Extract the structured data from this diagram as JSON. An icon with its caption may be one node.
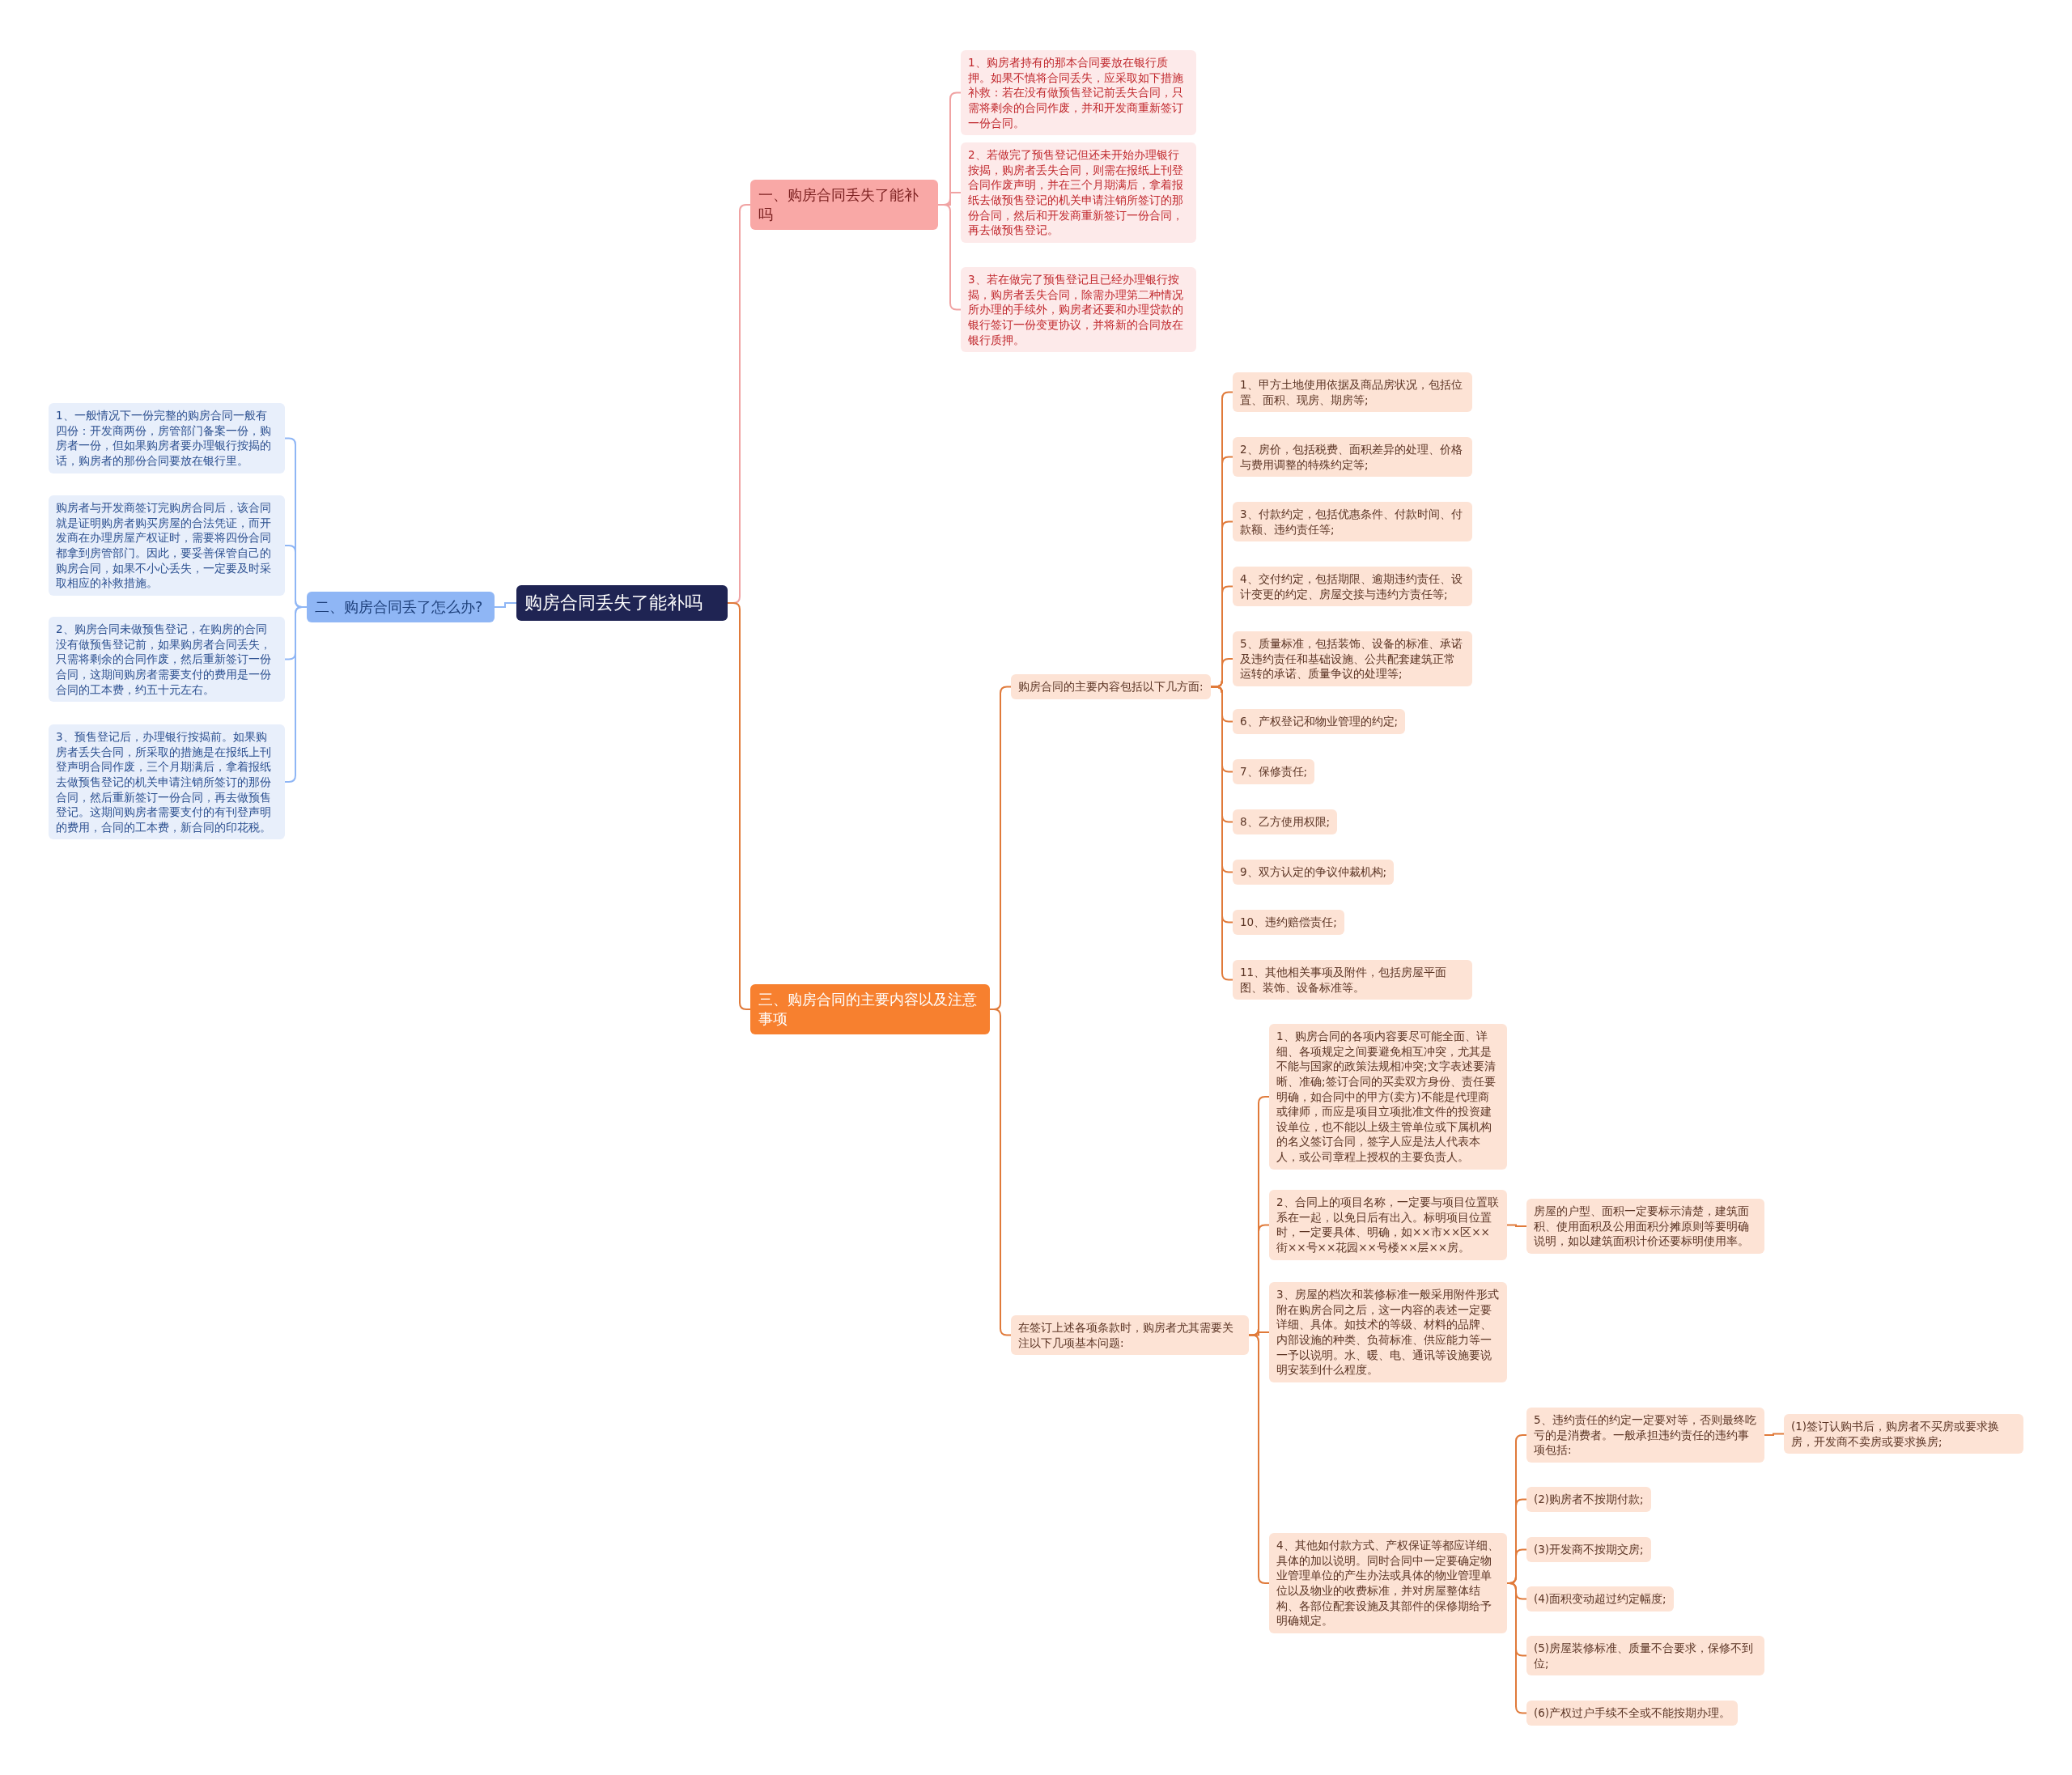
{
  "diagram": {
    "nodes": [
      {
        "text": [
          "购房合同丢失了能补吗"
        ]
      },
      {
        "text": [
          "一、购房合同丢失了能补吗"
        ]
      },
      {
        "text": [
          "1、购房者持有的那本合同要放在银行质押。如果不慎将合同丢失，应采取如下措施补救：若在没有做预售登记前丢失合同，只需将剩余的合同作废，并和开发商重新签订一份合同。"
        ]
      },
      {
        "text": [
          "2、若做完了预售登记但还未开始办理银行按揭，购房者丢失合同，则需在报纸上刊登合同作废声明，并在三个月期满后，拿着报纸去做预售登记的机关申请注销所签订的那份合同，然后和开发商重新签订一份合同，再去做预售登记。"
        ]
      },
      {
        "text": [
          "3、若在做完了预售登记且已经办理银行按揭，购房者丢失合同，除需办理第二种情况所办理的手续外，购房者还要和办理贷款的银行签订一份变更协议，并将新的合同放在银行质押。"
        ]
      },
      {
        "text": [
          "二、购房合同丢了怎么办?"
        ]
      },
      {
        "text": [
          "1、一般情况下一份完整的购房合同一般有四份：开发商两份，房管部门备案一份，购房者一份，但如果购房者要办理银行按揭的话，购房者的那份合同要放在银行里。"
        ]
      },
      {
        "text": [
          "购房者与开发商签订完购房合同后，该合同就是证明购房者购买房屋的合法凭证，而开发商在办理房屋产权证时，需要将四份合同都拿到房管部门。因此，要妥善保管自己的购房合同，如果不小心丢失，一定要及时采取相应的补救措施。"
        ]
      },
      {
        "text": [
          "2、购房合同未做预售登记，在购房的合同没有做预售登记前，如果购房者合同丢失，只需将剩余的合同作废，然后重新签订一份合同，这期间购房者需要支付的费用是一份合同的工本费，约五十元左右。"
        ]
      },
      {
        "text": [
          "3、预售登记后，办理银行按揭前。如果购房者丢失合同，所采取的措施是在报纸上刊登声明合同作废，三个月期满后，拿着报纸去做预售登记的机关申请注销所签订的那份合同，然后重新签订一份合同，再去做预售登记。这期间购房者需要支付的有刊登声明的费用，合同的工本费，新合同的印花税。"
        ]
      },
      {
        "text": [
          "三、购房合同的主要内容以及注意事项"
        ]
      },
      {
        "text": [
          "购房合同的主要内容包括以下几方面:"
        ]
      },
      {
        "text": [
          "1、甲方土地使用依据及商品房状况，包括位置、面积、现房、期房等;"
        ]
      },
      {
        "text": [
          "2、房价，包括税费、面积差异的处理、价格与费用调整的特殊约定等;"
        ]
      },
      {
        "text": [
          "3、付款约定，包括优惠条件、付款时间、付款额、违约责任等;"
        ]
      },
      {
        "text": [
          "4、交付约定，包括期限、逾期违约责任、设计变更的约定、房屋交接与违约方责任等;"
        ]
      },
      {
        "text": [
          "5、质量标准，包括装饰、设备的标准、承诺及违约责任和基础设施、公共配套建筑正常运转的承诺、质量争议的处理等;"
        ]
      },
      {
        "text": [
          "6、产权登记和物业管理的约定;"
        ]
      },
      {
        "text": [
          "7、保修责任;"
        ]
      },
      {
        "text": [
          "8、乙方使用权限;"
        ]
      },
      {
        "text": [
          "9、双方认定的争议仲裁机构;"
        ]
      },
      {
        "text": [
          "10、违约赔偿责任;"
        ]
      },
      {
        "text": [
          "11、其他相关事项及附件，包括房屋平面图、装饰、设备标准等。"
        ]
      },
      {
        "text": [
          "在签订上述各项条款时，购房者尤其需要关注以下几项基本问题:"
        ]
      },
      {
        "text": [
          "1、购房合同的各项内容要尽可能全面、详细、各项规定之间要避免相互冲突，尤其是不能与国家的政策法规相冲突;文字表述要清晰、准确;签订合同的买卖双方身份、责任要明确，如合同中的甲方(卖方)不能是代理商或律师，而应是项目立项批准文件的投资建设单位，也不能以上级主管单位或下属机构的名义签订合同，签字人应是法人代表本人，或公司章程上授权的主要负责人。"
        ]
      },
      {
        "text": [
          "2、合同上的项目名称，一定要与项目位置联系在一起，以免日后有出入。标明项目位置时，一定要具体、明确，如××市××区××街××号××花园××号楼××层××房。"
        ]
      },
      {
        "text": [
          "3、房屋的档次和装修标准一般采用附件形式附在购房合同之后，这一内容的表述一定要详细、具体。如技术的等级、材料的品牌、内部设施的种类、负荷标准、供应能力等一一予以说明。水、暖、电、通讯等设施要说明安装到什么程度。"
        ]
      },
      {
        "text": [
          "4、其他如付款方式、产权保证等都应详细、具体的加以说明。同时合同中一定要确定物业管理单位的产生办法或具体的物业管理单位以及物业的收费标准，并对房屋整体结构、各部位配套设施及其部件的保修期给予明确规定。"
        ]
      },
      {
        "text": [
          "房屋的户型、面积一定要标示清楚，建筑面积、使用面积及公用面积分摊原则等要明确说明，如以建筑面积计价还要标明使用率。"
        ]
      },
      {
        "text": [
          "5、违约责任的约定一定要对等，否则最终吃亏的是消费者。一般承担违约责任的违约事项包括:"
        ]
      },
      {
        "text": [
          "(1)签订认购书后，购房者不买房或要求换房，开发商不卖房或要求换房;"
        ]
      },
      {
        "text": [
          "(2)购房者不按期付款;"
        ]
      },
      {
        "text": [
          "(3)开发商不按期交房;"
        ]
      },
      {
        "text": [
          "(4)面积变动超过约定幅度;"
        ]
      },
      {
        "text": [
          "(5)房屋装修标准、质量不合要求，保修不到位;"
        ]
      },
      {
        "text": [
          "(6)产权过户手续不全或不能按期办理。"
        ]
      }
    ],
    "edges": [
      {
        "from": 0,
        "to": 1,
        "arrow": "none",
        "color": "#f0a3a3"
      },
      {
        "from": 1,
        "to": 2,
        "arrow": "none",
        "color": "#f0a3a3"
      },
      {
        "from": 1,
        "to": 3,
        "arrow": "none",
        "color": "#f0a3a3"
      },
      {
        "from": 1,
        "to": 4,
        "arrow": "none",
        "color": "#f0a3a3"
      },
      {
        "from": 0,
        "to": 5,
        "arrow": "none",
        "color": "#8fb6f5"
      },
      {
        "from": 5,
        "to": 6,
        "arrow": "none",
        "color": "#8fb6f5"
      },
      {
        "from": 5,
        "to": 7,
        "arrow": "none",
        "color": "#8fb6f5"
      },
      {
        "from": 5,
        "to": 8,
        "arrow": "none",
        "color": "#8fb6f5"
      },
      {
        "from": 5,
        "to": 9,
        "arrow": "none",
        "color": "#8fb6f5"
      },
      {
        "from": 0,
        "to": 10,
        "arrow": "none"
      },
      {
        "from": 10,
        "to": 11,
        "arrow": "none"
      },
      {
        "from": 11,
        "to": 12,
        "arrow": "none"
      },
      {
        "from": 11,
        "to": 13,
        "arrow": "none"
      },
      {
        "from": 11,
        "to": 14,
        "arrow": "none"
      },
      {
        "from": 11,
        "to": 15,
        "arrow": "none"
      },
      {
        "from": 11,
        "to": 16,
        "arrow": "none"
      },
      {
        "from": 11,
        "to": 17,
        "arrow": "none"
      },
      {
        "from": 11,
        "to": 18,
        "arrow": "none"
      },
      {
        "from": 11,
        "to": 19,
        "arrow": "none"
      },
      {
        "from": 11,
        "to": 20,
        "arrow": "none"
      },
      {
        "from": 11,
        "to": 21,
        "arrow": "none"
      },
      {
        "from": 11,
        "to": 22,
        "arrow": "none"
      },
      {
        "from": 10,
        "to": 23,
        "arrow": "none"
      },
      {
        "from": 23,
        "to": 24,
        "arrow": "none"
      },
      {
        "from": 23,
        "to": 25,
        "arrow": "none"
      },
      {
        "from": 23,
        "to": 26,
        "arrow": "none"
      },
      {
        "from": 23,
        "to": 27,
        "arrow": "none"
      },
      {
        "from": 25,
        "to": 28,
        "arrow": "none"
      },
      {
        "from": 27,
        "to": 29,
        "arrow": "none"
      },
      {
        "from": 29,
        "to": 30,
        "arrow": "none"
      },
      {
        "from": 27,
        "to": 31,
        "arrow": "none"
      },
      {
        "from": 27,
        "to": 32,
        "arrow": "none"
      },
      {
        "from": 27,
        "to": 33,
        "arrow": "none"
      },
      {
        "from": 27,
        "to": 34,
        "arrow": "none"
      },
      {
        "from": 27,
        "to": 35,
        "arrow": "none"
      }
    ]
  }
}
